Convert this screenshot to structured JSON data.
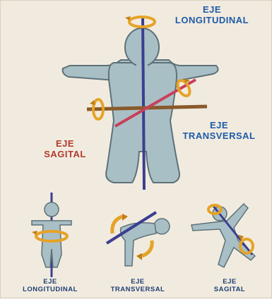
{
  "labels": {
    "top": {
      "line1": "EJE",
      "line2": "LONGITUDINAL"
    },
    "transversal": {
      "line1": "EJE",
      "line2": "TRANSVERSAL"
    },
    "sagital": {
      "line1": "EJE",
      "line2": "SAGITAL"
    },
    "bottom_left": {
      "line1": "EJE",
      "line2": "LONGITUDINAL"
    },
    "bottom_center": {
      "line1": "EJE",
      "line2": "TRANSVERSAL"
    },
    "bottom_right": {
      "line1": "EJE",
      "line2": "SAGITAL"
    }
  },
  "colors": {
    "body_fill": "#a9bfc6",
    "body_stroke": "#5e7178",
    "axis_longitudinal": "#3b3f8f",
    "axis_sagital": "#c8405a",
    "axis_transversal": "#8a5a2a",
    "arrow_ring": "#e5a328",
    "label_blue": "#1d5aa8",
    "label_red": "#b33a2e"
  }
}
